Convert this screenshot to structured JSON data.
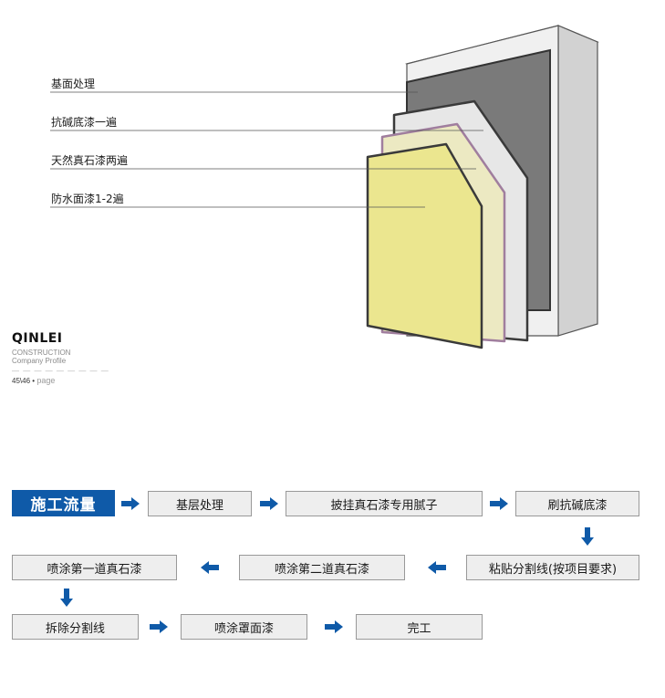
{
  "layers": {
    "labels": [
      "基面处理",
      "抗碱底漆一遍",
      "天然真石漆两遍",
      "防水面漆1-2遍"
    ],
    "colors": {
      "wall_face": "#7a7a7a",
      "wall_frame": "#f0f0f0",
      "alkali_primer": "#e7e7e7",
      "stone_paint": "#ece9c2",
      "stone_paint_edge": "#a07e9e",
      "topcoat": "#ebe68f",
      "outline": "#3a3a3a"
    }
  },
  "brand": {
    "name": "QINLEI",
    "line1": "CONSTRUCTION",
    "line2": "Company Profile",
    "page_number": "45\\46",
    "page_word": "page"
  },
  "flow": {
    "title": "施工流量",
    "title_color": "#0f5aa8",
    "arrow_color": "#0f5aa8",
    "steps": [
      "基层处理",
      "披挂真石漆专用腻子",
      "刷抗碱底漆",
      "粘贴分割线(按项目要求)",
      "喷涂第二道真石漆",
      "喷涂第一道真石漆",
      "拆除分割线",
      "喷涂罩面漆",
      "完工"
    ]
  }
}
